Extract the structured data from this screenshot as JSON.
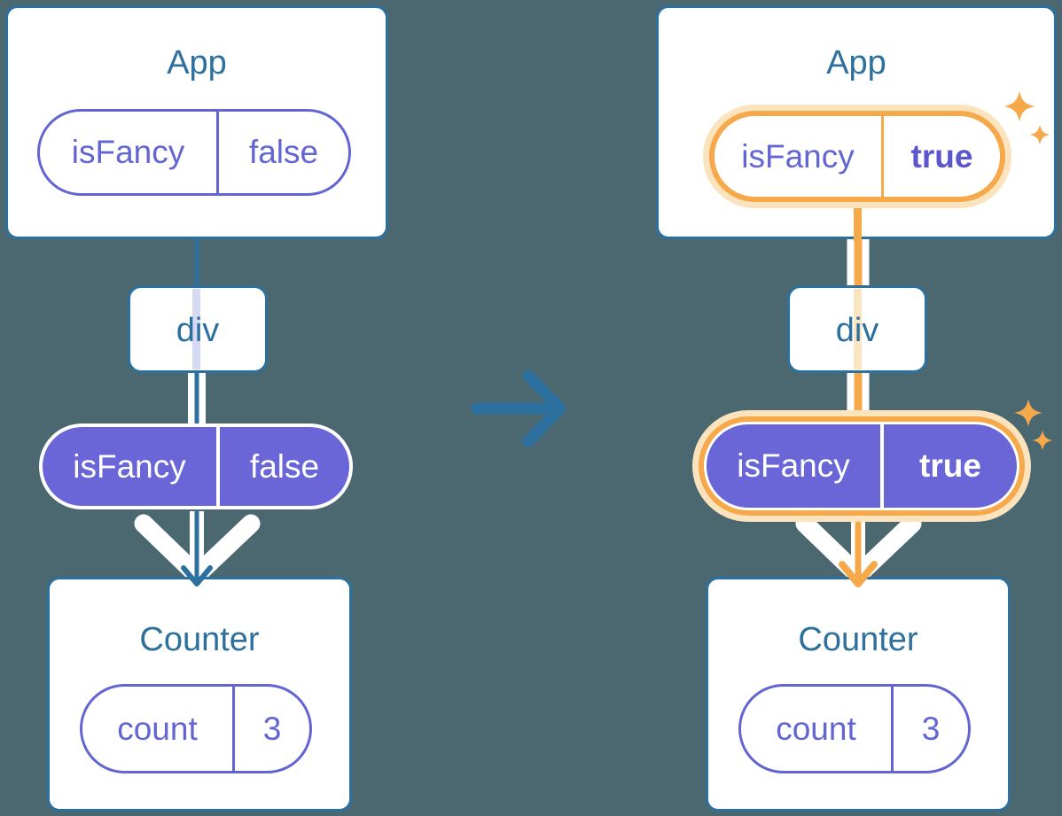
{
  "diagram": {
    "description": "React props flow: state change before/after",
    "left": {
      "app": {
        "title": "App",
        "prop_name": "isFancy",
        "prop_value": "false"
      },
      "div": {
        "label": "div"
      },
      "pill": {
        "prop_name": "isFancy",
        "prop_value": "false"
      },
      "counter": {
        "title": "Counter",
        "state_name": "count",
        "state_value": "3"
      }
    },
    "right": {
      "app": {
        "title": "App",
        "prop_name": "isFancy",
        "prop_value": "true"
      },
      "div": {
        "label": "div"
      },
      "pill": {
        "prop_name": "isFancy",
        "prop_value": "true"
      },
      "counter": {
        "title": "Counter",
        "state_name": "count",
        "state_value": "3"
      }
    },
    "icons": {
      "transition_arrow": "right-arrow",
      "flow_arrow": "down-chevron-arrow",
      "highlight": "sparkles"
    },
    "colors": {
      "background": "#4B6870",
      "blue": "#2C70A0",
      "purple_fill": "#6A66D7",
      "purple_text": "#6366D2",
      "orange": "#F5A94B",
      "orange_pale": "#FBE3BD",
      "lavender_line": "#D6DBF3",
      "peach_line": "#FAE5C3",
      "white": "#FFFFFF"
    }
  }
}
